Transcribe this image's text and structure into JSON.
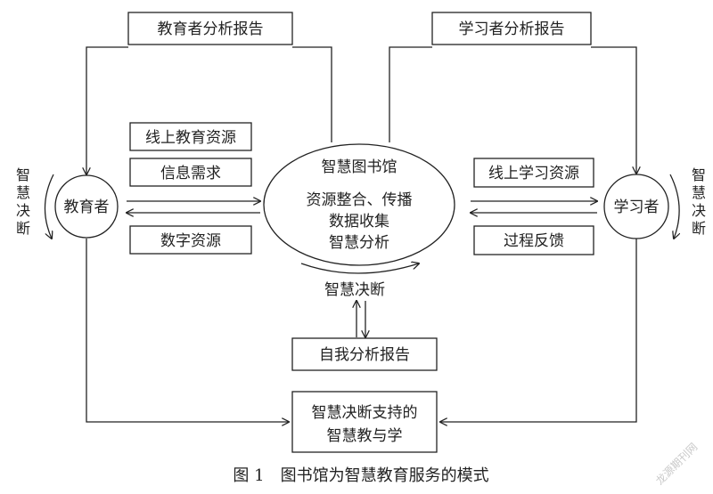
{
  "diagram": {
    "boxes": {
      "educator_report": "教育者分析报告",
      "learner_report": "学习者分析报告",
      "online_edu_resources": "线上教育资源",
      "info_needs": "信息需求",
      "digital_resources": "数字资源",
      "online_learning_resources": "线上学习资源",
      "process_feedback": "过程反馈",
      "self_report": "自我分析报告",
      "support_line1": "智慧决断支持的",
      "support_line2": "智慧教与学"
    },
    "nodes": {
      "educator": "教育者",
      "learner": "学习者"
    },
    "center": {
      "title": "智慧图书馆",
      "line1": "资源整合、传播",
      "line2": "数据收集",
      "line3": "智慧分析"
    },
    "decision_label": "智慧决断",
    "left_side_chars": [
      "智",
      "慧",
      "决",
      "断"
    ],
    "right_side_chars": [
      "智",
      "慧",
      "决",
      "断"
    ],
    "caption": "图 1　图书馆为智慧教育服务的模式",
    "watermark": "龙源期刊网"
  }
}
